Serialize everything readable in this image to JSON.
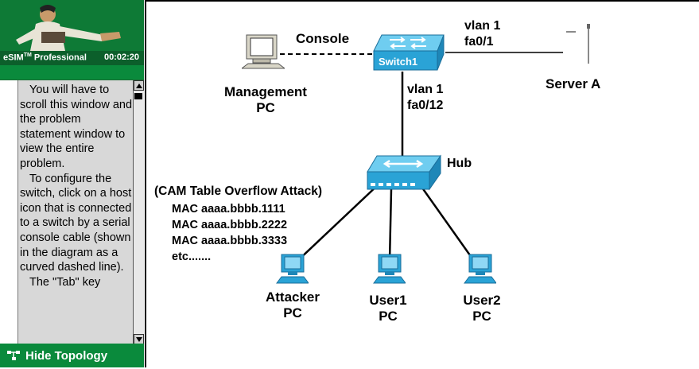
{
  "sidebar": {
    "brand": "eSIM",
    "brand_tm": "TM",
    "brand_suffix": " Professional",
    "timer": "00:02:20",
    "problem_paragraphs": [
      "You will have to scroll this window and the problem statement window to view the entire problem.",
      "To configure the switch, click on a host icon that is connected to a switch by a serial console cable (shown in the diagram as a curved dashed line).",
      "The \"Tab\" key"
    ],
    "hide_topology_label": "Hide Topology"
  },
  "topology": {
    "console_label": "Console",
    "switch_label": "Switch1",
    "vlan1_top": "vlan 1",
    "fa01": "fa0/1",
    "vlan1_mid": "vlan 1",
    "fa012": "fa0/12",
    "server_label": "Server A",
    "mgmt_label_1": "Management",
    "mgmt_label_2": "PC",
    "hub_label": "Hub",
    "attack_title": "(CAM Table Overflow Attack)",
    "macs": [
      "MAC aaaa.bbbb.1111",
      "MAC aaaa.bbbb.2222",
      "MAC aaaa.bbbb.3333",
      "etc......."
    ],
    "attacker_1": "Attacker",
    "attacker_2": "PC",
    "user1_1": "User1",
    "user1_2": "PC",
    "user2_1": "User2",
    "user2_2": "PC"
  },
  "colors": {
    "esim_green": "#0a8a3c",
    "device_blue": "#2aa3d6",
    "problem_bg": "#d8d8d8"
  }
}
